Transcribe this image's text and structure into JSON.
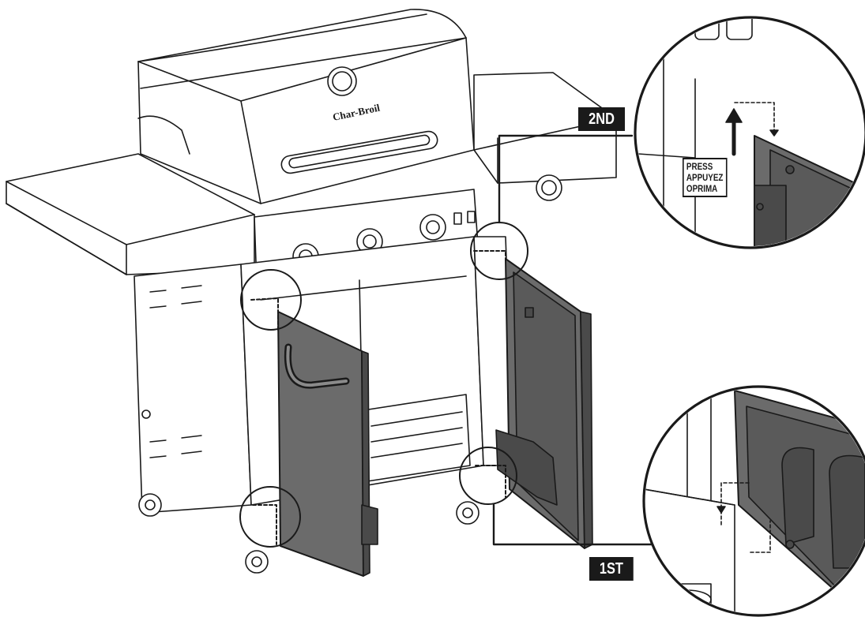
{
  "brand": {
    "lid_logo": "Char-Broil"
  },
  "callouts": {
    "step_second": "2ND",
    "step_first": "1ST"
  },
  "instruction": {
    "lines": [
      "PRESS",
      "APPUYEZ",
      "OPRIMA"
    ]
  },
  "colors": {
    "line": "#1a1a1a",
    "door_fill": "#6b6b6b",
    "door_dark": "#4a4a4a",
    "background": "#ffffff",
    "label_fill": "#1a1a1a"
  }
}
